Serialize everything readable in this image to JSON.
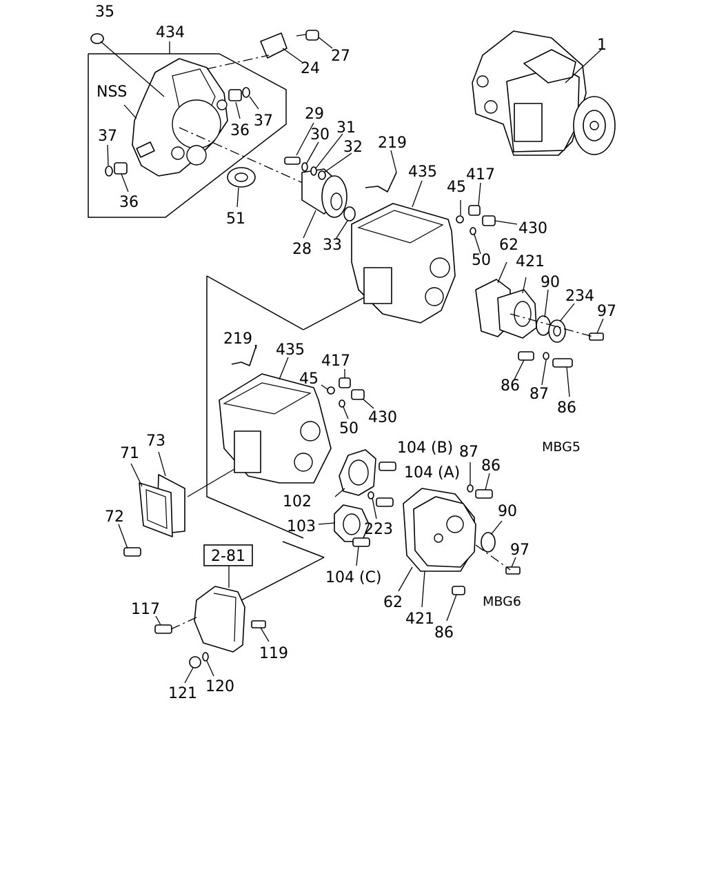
{
  "diagram": {
    "section_codes": [
      "MBG5",
      "MBG6"
    ],
    "reference_box": "2-81",
    "callouts": {
      "c1": "1",
      "c24": "24",
      "c27": "27",
      "c28": "28",
      "c29": "29",
      "c30": "30",
      "c31": "31",
      "c32": "32",
      "c33": "33",
      "c35": "35",
      "c36a": "36",
      "c36b": "36",
      "c37a": "37",
      "c37b": "37",
      "c51": "51",
      "c434": "434",
      "cNSS": "NSS",
      "c219a": "219",
      "c435a": "435",
      "c45a": "45",
      "c417a": "417",
      "c430a": "430",
      "c50a": "50",
      "c62a": "62",
      "c421a": "421",
      "c90a": "90",
      "c234": "234",
      "c97a": "97",
      "c86a": "86",
      "c87a": "87",
      "c86b": "86",
      "c219b": "219",
      "c435b": "435",
      "c417b": "417",
      "c45b": "45",
      "c430b": "430",
      "c50b": "50",
      "c71": "71",
      "c72": "72",
      "c73": "73",
      "c104B": "104 (B)",
      "c104A": "104 (A)",
      "c104C": "104 (C)",
      "c102": "102",
      "c103": "103",
      "c223": "223",
      "c87b": "87",
      "c86c": "86",
      "c90b": "90",
      "c97b": "97",
      "c62b": "62",
      "c421b": "421",
      "c86d": "86",
      "c117": "117",
      "c119": "119",
      "c120": "120",
      "c121": "121"
    }
  }
}
